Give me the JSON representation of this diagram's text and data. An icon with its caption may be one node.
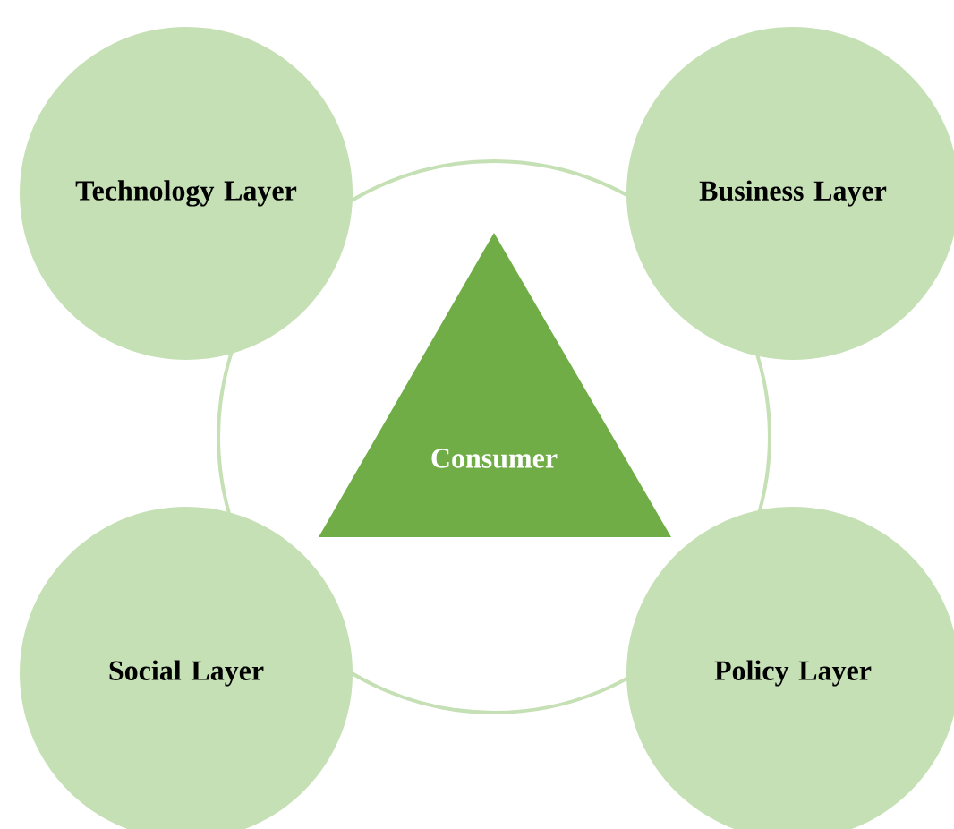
{
  "diagram": {
    "nodes": [
      {
        "text": [
          "Technology Layer"
        ]
      },
      {
        "text": [
          "Business Layer"
        ]
      },
      {
        "text": [
          "Consumer"
        ]
      },
      {
        "text": [
          "Social Layer"
        ]
      },
      {
        "text": [
          "Policy Layer"
        ]
      }
    ]
  }
}
